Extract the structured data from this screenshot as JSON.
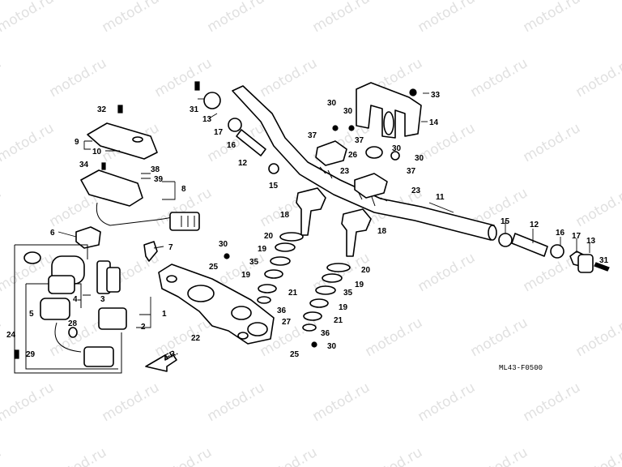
{
  "diagram_code": "ML43-F0500",
  "front_marker": "FR.",
  "watermark": "motod.ru",
  "callouts": {
    "c1": "1",
    "c2": "2",
    "c3": "3",
    "c4": "4",
    "c5": "5",
    "c6": "6",
    "c7": "7",
    "c8": "8",
    "c9": "9",
    "c10": "10",
    "c11": "11",
    "c12a": "12",
    "c12b": "12",
    "c13a": "13",
    "c13b": "13",
    "c14": "14",
    "c15a": "15",
    "c15b": "15",
    "c16a": "16",
    "c16b": "16",
    "c17a": "17",
    "c17b": "17",
    "c18a": "18",
    "c18b": "18",
    "c19a": "19",
    "c19b": "19",
    "c19c": "19",
    "c19d": "19",
    "c20a": "20",
    "c20b": "20",
    "c21a": "21",
    "c21b": "21",
    "c22": "22",
    "c23a": "23",
    "c23b": "23",
    "c24": "24",
    "c25a": "25",
    "c25b": "25",
    "c26": "26",
    "c27": "27",
    "c28": "28",
    "c29": "29",
    "c30a": "30",
    "c30b": "30",
    "c30c": "30",
    "c30d": "30",
    "c30e": "30",
    "c30f": "30",
    "c31a": "31",
    "c31b": "31",
    "c32": "32",
    "c33": "33",
    "c34": "34",
    "c35a": "35",
    "c35b": "35",
    "c36a": "36",
    "c36b": "36",
    "c37a": "37",
    "c37b": "37",
    "c37c": "37",
    "c38": "38",
    "c39": "39"
  }
}
